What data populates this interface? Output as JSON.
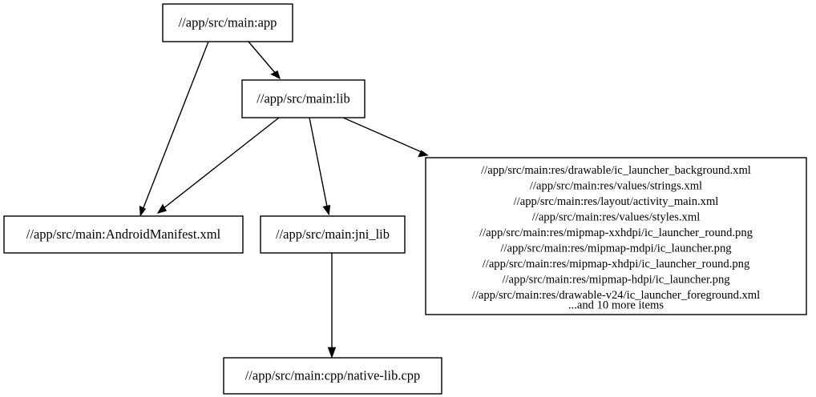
{
  "diagram": {
    "type": "directed-graph",
    "title": "",
    "background_color": "#ffffff",
    "node_fill": "#ffffff",
    "node_stroke": "#000000",
    "edge_color": "#000000",
    "nodes": [
      {
        "id": "app",
        "label": "//app/src/main:app",
        "shape": "box"
      },
      {
        "id": "lib",
        "label": "//app/src/main:lib",
        "shape": "box"
      },
      {
        "id": "manifest",
        "label": "//app/src/main:AndroidManifest.xml",
        "shape": "box"
      },
      {
        "id": "jni_lib",
        "label": "//app/src/main:jni_lib",
        "shape": "box"
      },
      {
        "id": "native_lib",
        "label": "//app/src/main:cpp/native-lib.cpp",
        "shape": "box"
      },
      {
        "id": "resources",
        "shape": "box",
        "lines": [
          "//app/src/main:res/drawable/ic_launcher_background.xml",
          "//app/src/main:res/values/strings.xml",
          "//app/src/main:res/layout/activity_main.xml",
          "//app/src/main:res/values/styles.xml",
          "//app/src/main:res/mipmap-xxhdpi/ic_launcher_round.png",
          "//app/src/main:res/mipmap-mdpi/ic_launcher.png",
          "//app/src/main:res/mipmap-xhdpi/ic_launcher_round.png",
          "//app/src/main:res/mipmap-hdpi/ic_launcher.png",
          "//app/src/main:res/drawable-v24/ic_launcher_foreground.xml",
          "...and 10 more items"
        ]
      }
    ],
    "edges": [
      {
        "from": "app",
        "to": "manifest"
      },
      {
        "from": "app",
        "to": "lib"
      },
      {
        "from": "lib",
        "to": "manifest"
      },
      {
        "from": "lib",
        "to": "jni_lib"
      },
      {
        "from": "lib",
        "to": "resources"
      },
      {
        "from": "jni_lib",
        "to": "native_lib"
      }
    ]
  }
}
